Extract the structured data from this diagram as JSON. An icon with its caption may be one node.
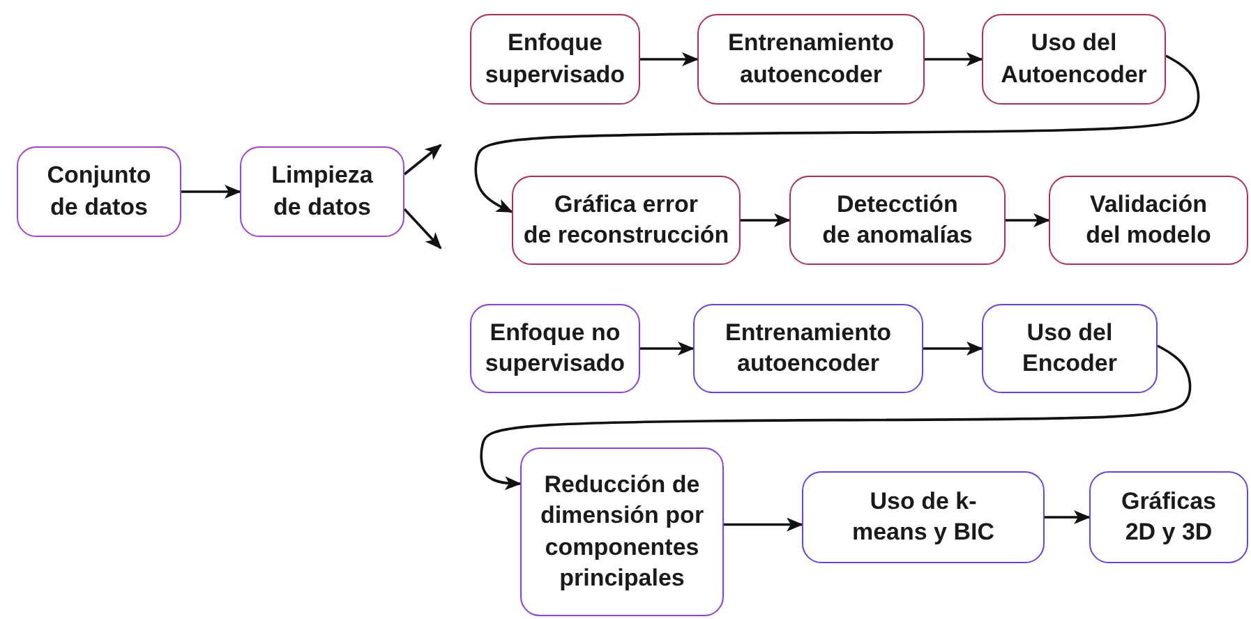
{
  "diagram": {
    "nodes": [
      {
        "text": [
          "Conjunto de datos"
        ]
      },
      {
        "text": [
          "Limpieza de datos"
        ]
      },
      {
        "text": [
          "Enfoque supervisado"
        ]
      },
      {
        "text": [
          "Entrenamiento autoencoder"
        ]
      },
      {
        "text": [
          "Uso del Autoencoder"
        ]
      },
      {
        "text": [
          "Gráfica error de reconstrucción"
        ]
      },
      {
        "text": [
          "Detecctión de anomalías"
        ]
      },
      {
        "text": [
          "Validación del modelo"
        ]
      },
      {
        "text": [
          "Enfoque no supervisado"
        ]
      },
      {
        "text": [
          "Entrenamiento autoencoder"
        ]
      },
      {
        "text": [
          "Uso del Encoder"
        ]
      },
      {
        "text": [
          "Reducción de dimensión por componentes principales"
        ]
      },
      {
        "text": [
          "Uso de k-means y BIC"
        ]
      },
      {
        "text": [
          "Gráficas 2D y 3D"
        ]
      }
    ],
    "edges": [
      {
        "from": 0,
        "to": 1,
        "arrow": "to"
      },
      {
        "from": 1,
        "to": null,
        "arrow": "to"
      },
      {
        "from": 1,
        "to": null,
        "arrow": "to"
      },
      {
        "from": 2,
        "to": 3,
        "arrow": "to"
      },
      {
        "from": 3,
        "to": 4,
        "arrow": "to"
      },
      {
        "from": 4,
        "to": 5,
        "arrow": "to"
      },
      {
        "from": 5,
        "to": 6,
        "arrow": "to"
      },
      {
        "from": 6,
        "to": 7,
        "arrow": "to"
      },
      {
        "from": 8,
        "to": 9,
        "arrow": "to"
      },
      {
        "from": 9,
        "to": 10,
        "arrow": "to"
      },
      {
        "from": 10,
        "to": 11,
        "arrow": "to"
      },
      {
        "from": 11,
        "to": 12,
        "arrow": "to"
      },
      {
        "from": 12,
        "to": 13,
        "arrow": "to"
      }
    ]
  }
}
